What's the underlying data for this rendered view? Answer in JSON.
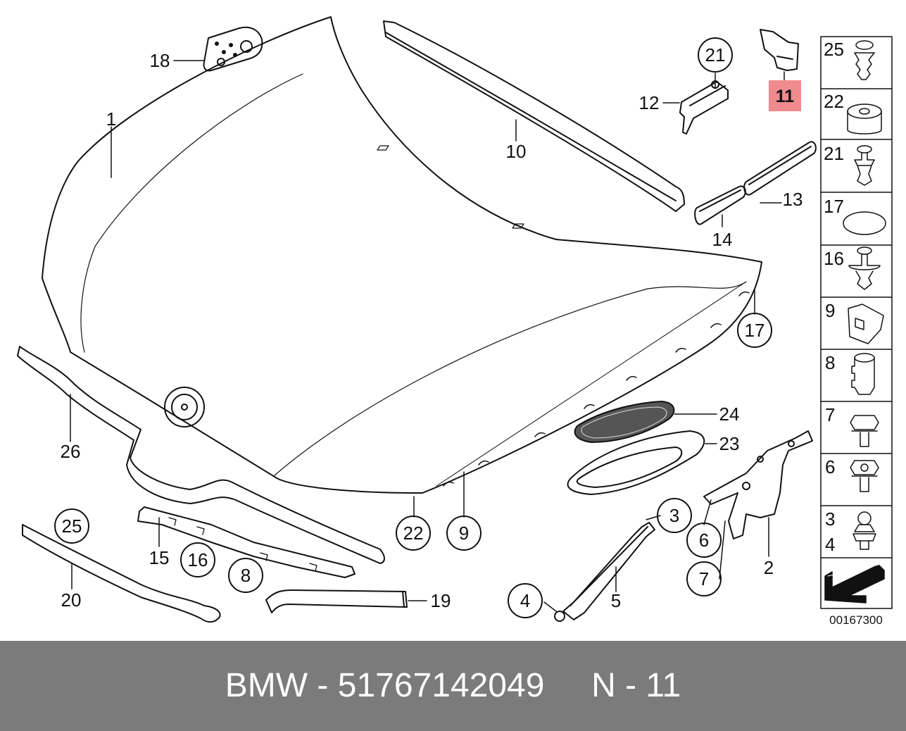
{
  "callouts": {
    "p1": "1",
    "p2": "2",
    "p3": "3",
    "p4": "4",
    "p5": "5",
    "p6": "6",
    "p7": "7",
    "p8": "8",
    "p9": "9",
    "p10": "10",
    "p11": "11",
    "p12": "12",
    "p13": "13",
    "p14": "14",
    "p15": "15",
    "p16": "16",
    "p17": "17",
    "p18": "18",
    "p19": "19",
    "p20": "20",
    "p21": "21",
    "p22": "22",
    "p23": "23",
    "p24": "24",
    "p25": "25",
    "p26": "26"
  },
  "highlight_color": "#ef8a8f",
  "side_panel": {
    "items": [
      "25",
      "22",
      "21",
      "17",
      "16",
      "9",
      "8",
      "7",
      "6",
      "3"
    ],
    "item_3_4_second": "4"
  },
  "image_number": "00167300",
  "footer": {
    "text": "BMW - 51767142049     N - 11"
  }
}
